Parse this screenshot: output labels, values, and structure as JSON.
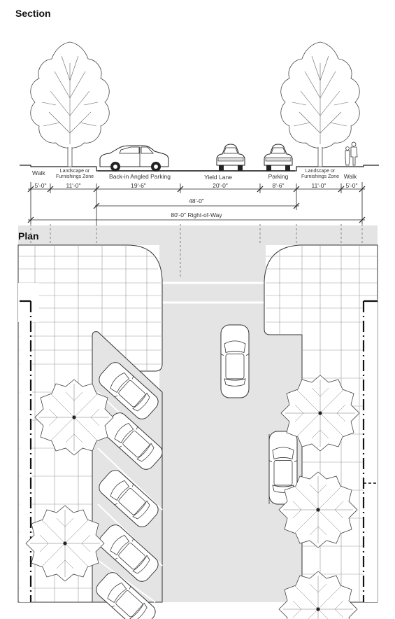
{
  "section": {
    "title": "Section",
    "zones": [
      {
        "label": "Walk",
        "dimension": "5'-0\""
      },
      {
        "label_line1": "Landscape or",
        "label_line2": "Furnishings Zone",
        "dimension": "11'-0\""
      },
      {
        "label": "Back-in Angled Parking",
        "dimension": "19'-6\""
      },
      {
        "label": "Yield Lane",
        "dimension": "20'-0\""
      },
      {
        "label": "Parking",
        "dimension": "8'-6\""
      },
      {
        "label_line1": "Landscape or",
        "label_line2": "Furnishings Zone",
        "dimension": "11'-0\""
      },
      {
        "label": "Walk",
        "dimension": "5'-0\""
      }
    ],
    "curb_to_curb": "48'-0\"",
    "right_of_way": "80'-0\" Right-of-Way"
  },
  "plan": {
    "title": "Plan"
  },
  "colors": {
    "road": "#e4e4e4",
    "line": "#333333",
    "paper": "#ffffff"
  }
}
